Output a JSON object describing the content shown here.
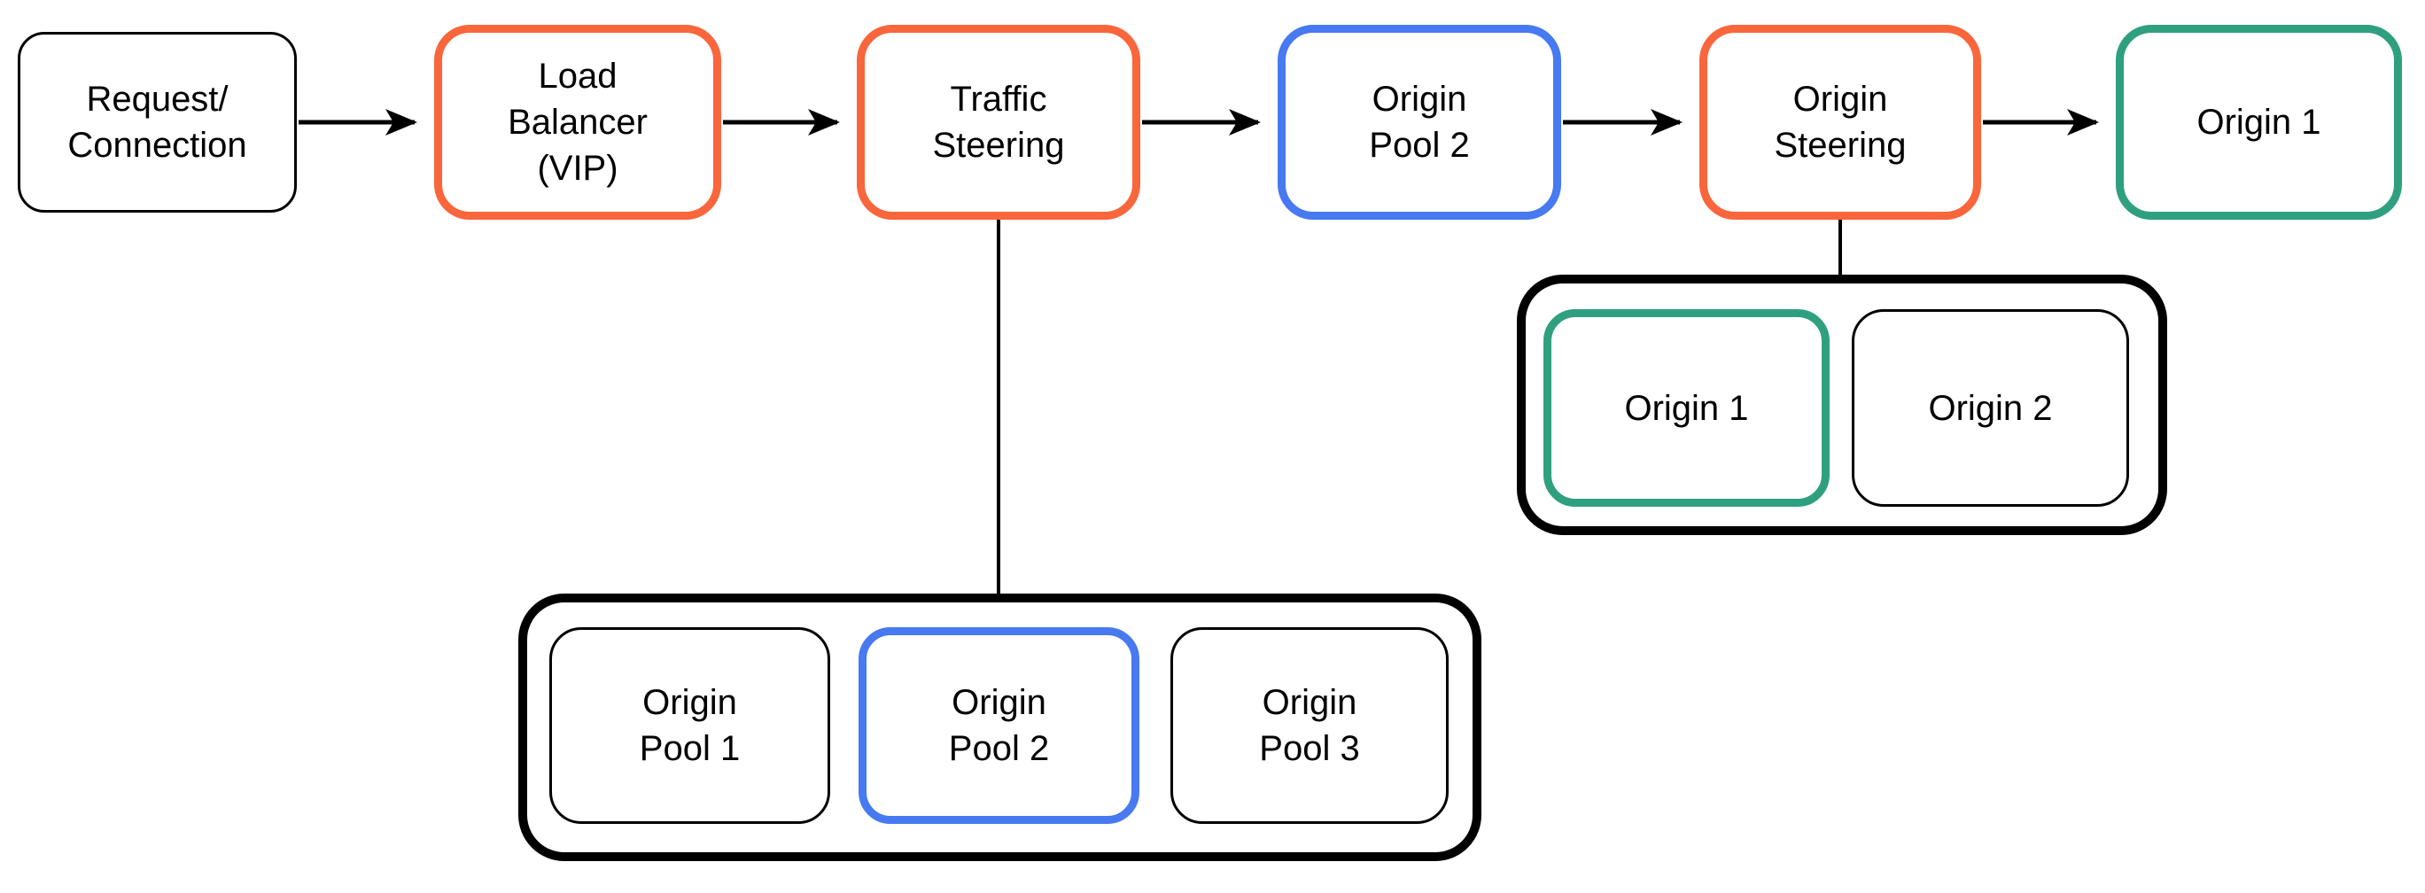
{
  "diagram": {
    "description": "Load balancer traffic flow diagram",
    "colors": {
      "accent_orange": "#F9663B",
      "accent_blue": "#4779F0",
      "accent_green": "#2FA07F",
      "line_black": "#000000"
    },
    "nodes": {
      "request": {
        "label": "Request/\nConnection"
      },
      "load_balancer": {
        "label": "Load\nBalancer\n(VIP)"
      },
      "traffic_steering": {
        "label": "Traffic\nSteering"
      },
      "origin_pool_selected": {
        "label": "Origin\nPool 2"
      },
      "origin_steering": {
        "label": "Origin\nSteering"
      },
      "origin_selected": {
        "label": "Origin 1"
      },
      "pool_group": {
        "pool_1": {
          "label": "Origin\nPool 1"
        },
        "pool_2": {
          "label": "Origin\nPool 2"
        },
        "pool_3": {
          "label": "Origin\nPool 3"
        }
      },
      "origin_group": {
        "origin_1": {
          "label": "Origin 1"
        },
        "origin_2": {
          "label": "Origin 2"
        }
      }
    }
  }
}
